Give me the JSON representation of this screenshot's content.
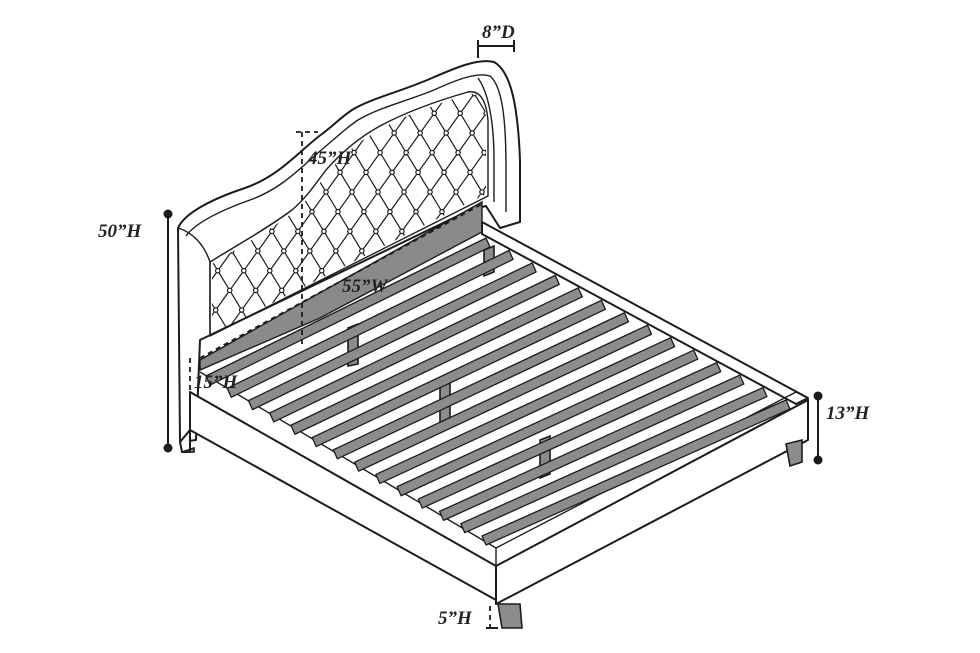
{
  "image_title": "",
  "dimensions": {
    "depth": "8”D",
    "headboard_height": "45”H",
    "overall_height": "50”H",
    "width": "55”W",
    "side_rail_height": "15”H",
    "footboard_height": "13”H",
    "leg_height": "5”H"
  },
  "colors": {
    "outline": "#1c1c1c",
    "slat_fill": "#8c8c8c",
    "background": "#ffffff"
  }
}
